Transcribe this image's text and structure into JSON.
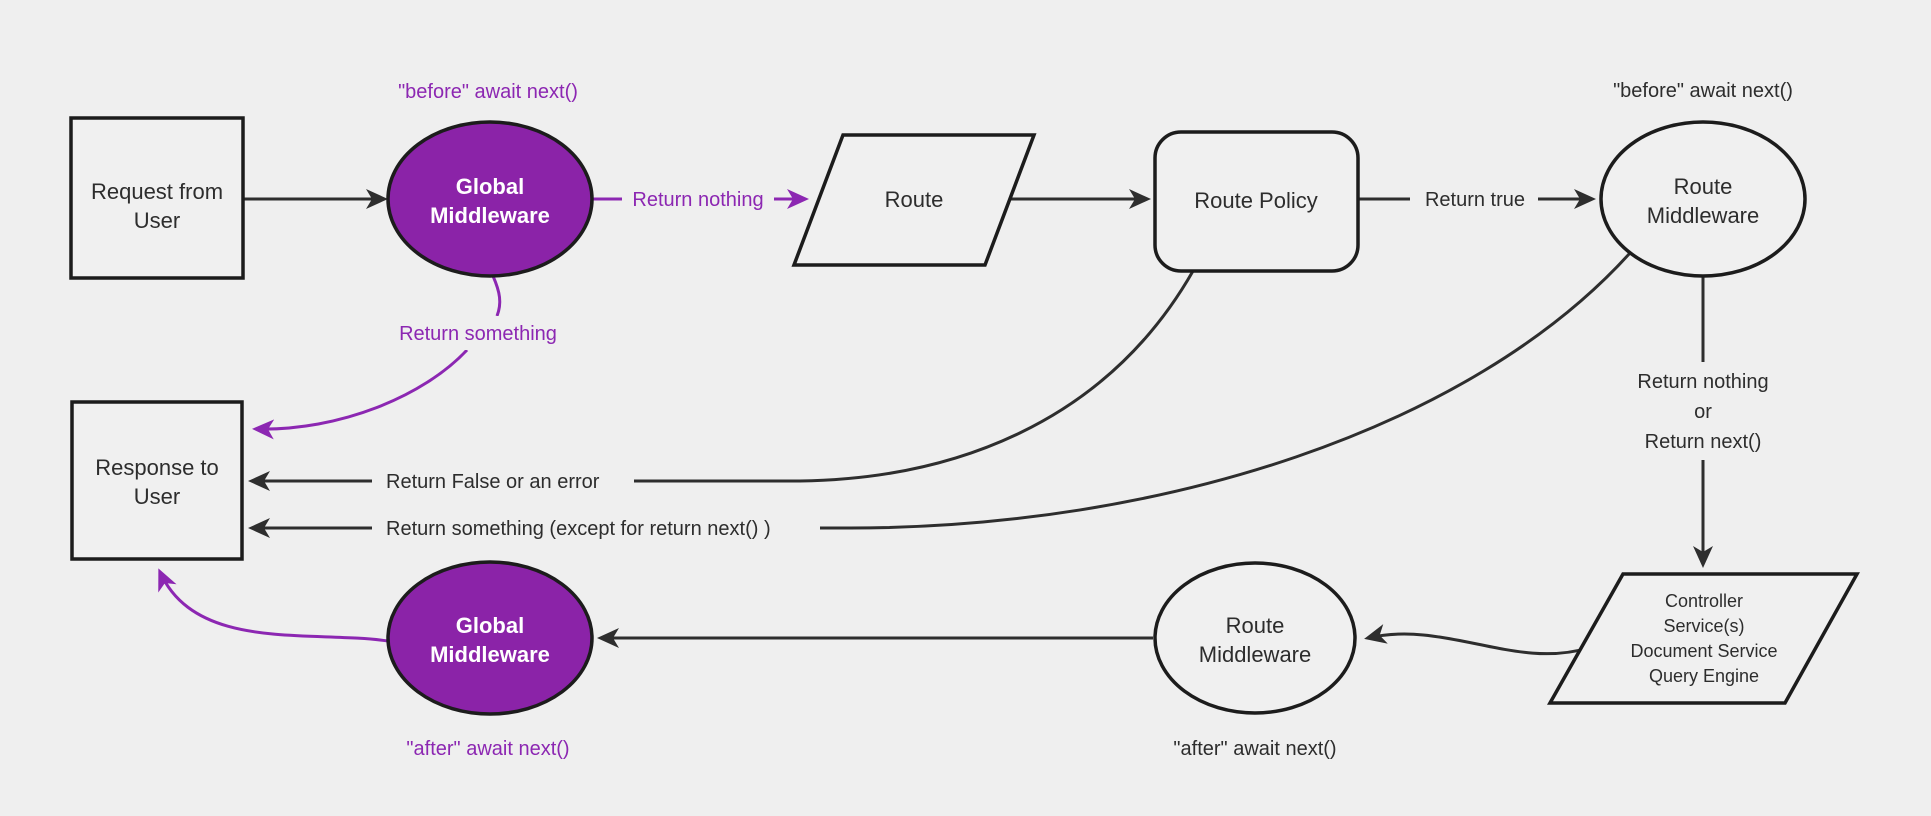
{
  "colors": {
    "background": "#efefef",
    "node_fill": "#f0f0f0",
    "node_border": "#1c1c1c",
    "edge_stroke": "#2e2e2e",
    "purple_fill": "#8b23a8",
    "purple_accent": "#8c27b2",
    "text_dark": "#2d2d2d",
    "text_light": "#ffffff"
  },
  "nodes": {
    "request_from_user": {
      "line1": "Request from",
      "line2": "User"
    },
    "global_middleware_top": {
      "line1": "Global",
      "line2": "Middleware"
    },
    "route": {
      "label": "Route"
    },
    "route_policy": {
      "label": "Route Policy"
    },
    "route_middleware_top": {
      "line1": "Route",
      "line2": "Middleware"
    },
    "controller_services": {
      "line1": "Controller",
      "line2": "Service(s)",
      "line3": "Document Service",
      "line4": "Query Engine"
    },
    "route_middleware_bottom": {
      "line1": "Route",
      "line2": "Middleware"
    },
    "global_middleware_bottom": {
      "line1": "Global",
      "line2": "Middleware"
    },
    "response_to_user": {
      "line1": "Response to",
      "line2": "User"
    }
  },
  "edge_labels": {
    "before_await_next_purple": "\"before\" await next()",
    "before_await_next_black": "\"before\" await next()",
    "return_nothing": "Return nothing",
    "return_true": "Return true",
    "return_something": "Return something",
    "return_false_or_an_error": "Return False or an error",
    "return_something_except": "Return something (except for return next() )",
    "return_nothing_or": {
      "line1": "Return nothing",
      "line2": "or",
      "line3": "Return next()"
    },
    "after_await_next_black": "\"after\" await next()",
    "after_await_next_purple": "\"after\" await next()"
  }
}
